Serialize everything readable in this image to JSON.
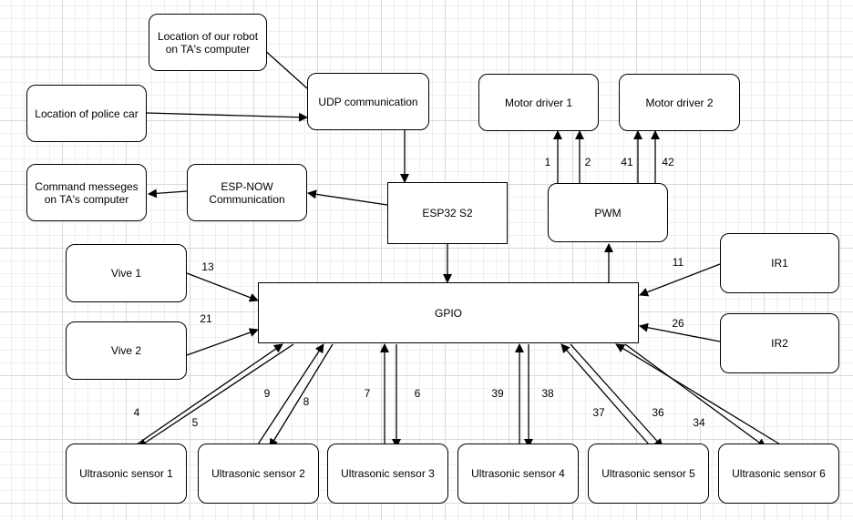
{
  "nodes": [
    {
      "id": "loc_robot",
      "label": "Location of our robot\non TA's computer"
    },
    {
      "id": "udp",
      "label": "UDP communication"
    },
    {
      "id": "loc_police",
      "label": "Location of police car"
    },
    {
      "id": "motor1",
      "label": "Motor driver 1"
    },
    {
      "id": "motor2",
      "label": "Motor driver 2"
    },
    {
      "id": "cmd",
      "label": "Command messeges\non TA's computer"
    },
    {
      "id": "espnow",
      "label": "ESP-NOW\nCommunication"
    },
    {
      "id": "esp32",
      "label": "ESP32 S2"
    },
    {
      "id": "pwm",
      "label": "PWM"
    },
    {
      "id": "vive1",
      "label": "Vive 1"
    },
    {
      "id": "vive2",
      "label": "Vive 2"
    },
    {
      "id": "gpio",
      "label": "GPIO"
    },
    {
      "id": "ir1",
      "label": "IR1"
    },
    {
      "id": "ir2",
      "label": "IR2"
    },
    {
      "id": "us1",
      "label": "Ultrasonic sensor 1"
    },
    {
      "id": "us2",
      "label": "Ultrasonic sensor 2"
    },
    {
      "id": "us3",
      "label": "Ultrasonic sensor 3"
    },
    {
      "id": "us4",
      "label": "Ultrasonic sensor 4"
    },
    {
      "id": "us5",
      "label": "Ultrasonic sensor 5"
    },
    {
      "id": "us6",
      "label": "Ultrasonic sensor 6"
    }
  ],
  "edges": [
    {
      "from": "udp",
      "to": "loc_robot",
      "label": ""
    },
    {
      "from": "loc_police",
      "to": "udp",
      "label": ""
    },
    {
      "from": "udp",
      "to": "esp32",
      "label": "",
      "bidirectional": true
    },
    {
      "from": "espnow",
      "to": "cmd",
      "label": ""
    },
    {
      "from": "esp32",
      "to": "espnow",
      "label": ""
    },
    {
      "from": "esp32",
      "to": "gpio",
      "label": "",
      "bidirectional": true
    },
    {
      "from": "gpio",
      "to": "pwm",
      "label": ""
    },
    {
      "from": "pwm",
      "to": "motor1",
      "label": "1"
    },
    {
      "from": "pwm",
      "to": "motor1",
      "label": "2"
    },
    {
      "from": "pwm",
      "to": "motor2",
      "label": "41"
    },
    {
      "from": "pwm",
      "to": "motor2",
      "label": "42"
    },
    {
      "from": "vive1",
      "to": "gpio",
      "label": "13"
    },
    {
      "from": "vive2",
      "to": "gpio",
      "label": "21"
    },
    {
      "from": "ir1",
      "to": "gpio",
      "label": "11"
    },
    {
      "from": "ir2",
      "to": "gpio",
      "label": "26"
    },
    {
      "from": "us1",
      "to": "gpio",
      "label": "4"
    },
    {
      "from": "gpio",
      "to": "us1",
      "label": "5"
    },
    {
      "from": "us2",
      "to": "gpio",
      "label": "9"
    },
    {
      "from": "gpio",
      "to": "us2",
      "label": "8"
    },
    {
      "from": "us3",
      "to": "gpio",
      "label": "7"
    },
    {
      "from": "gpio",
      "to": "us3",
      "label": "6"
    },
    {
      "from": "us4",
      "to": "gpio",
      "label": "39"
    },
    {
      "from": "gpio",
      "to": "us4",
      "label": "38"
    },
    {
      "from": "us5",
      "to": "gpio",
      "label": "37"
    },
    {
      "from": "gpio",
      "to": "us5",
      "label": "36"
    },
    {
      "from": "us6",
      "to": "gpio",
      "label": "34"
    },
    {
      "from": "gpio",
      "to": "us6",
      "label": ""
    }
  ]
}
